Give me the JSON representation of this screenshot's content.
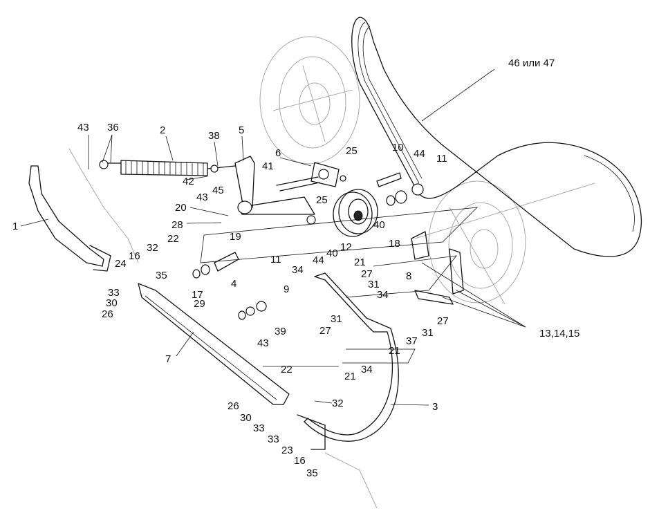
{
  "labels": [
    "46 или 47",
    "43",
    "36",
    "2",
    "38",
    "5",
    "6",
    "25",
    "10",
    "44",
    "11",
    "41",
    "42",
    "45",
    "43",
    "25",
    "20",
    "28",
    "22",
    "32",
    "1",
    "16",
    "24",
    "19",
    "40",
    "18",
    "12",
    "11",
    "44",
    "40",
    "21",
    "35",
    "34",
    "17",
    "4",
    "9",
    "27",
    "31",
    "8",
    "33",
    "30",
    "26",
    "29",
    "27",
    "31",
    "34",
    "39",
    "27",
    "13,14,15",
    "43",
    "37",
    "31",
    "21",
    "7",
    "22",
    "21",
    "34",
    "26",
    "32",
    "3",
    "30",
    "33",
    "33",
    "23",
    "16",
    "35"
  ]
}
